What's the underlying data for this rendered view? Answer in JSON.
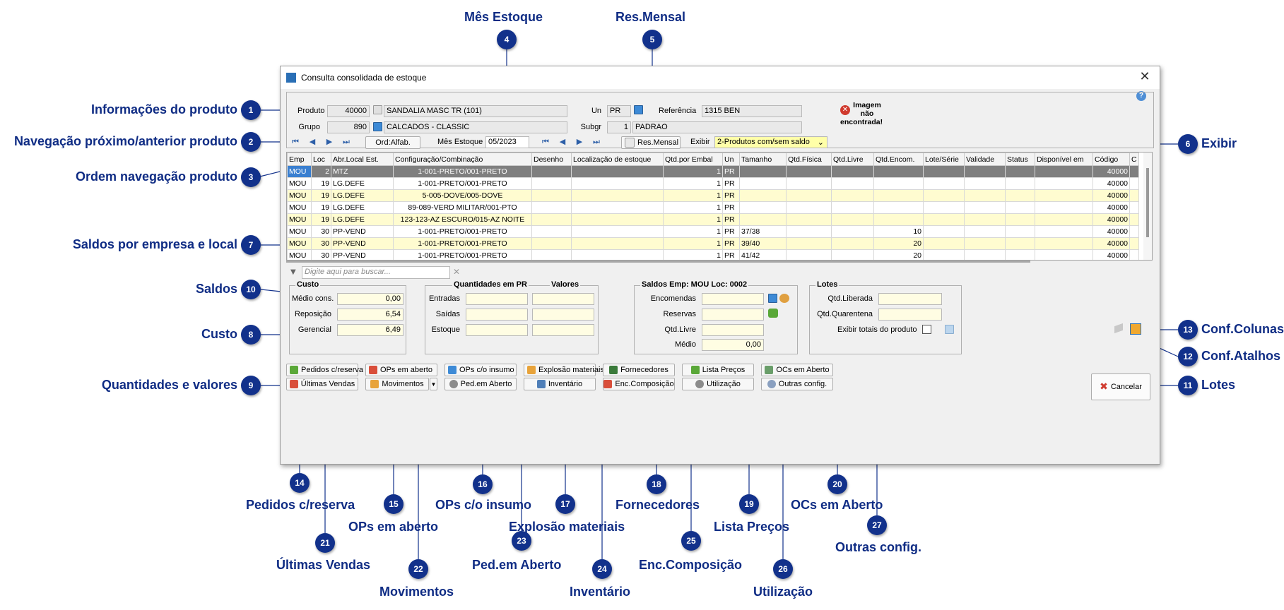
{
  "callouts": [
    {
      "n": "1",
      "label": "Informações do produto"
    },
    {
      "n": "2",
      "label": "Navegação próximo/anterior produto"
    },
    {
      "n": "3",
      "label": "Ordem navegação produto"
    },
    {
      "n": "4",
      "label": "Mês Estoque"
    },
    {
      "n": "5",
      "label": "Res.Mensal"
    },
    {
      "n": "6",
      "label": "Exibir"
    },
    {
      "n": "7",
      "label": "Saldos por empresa e local"
    },
    {
      "n": "8",
      "label": "Custo"
    },
    {
      "n": "9",
      "label": "Quantidades e valores"
    },
    {
      "n": "10",
      "label": "Saldos"
    },
    {
      "n": "11",
      "label": "Lotes"
    },
    {
      "n": "12",
      "label": "Conf.Atalhos"
    },
    {
      "n": "13",
      "label": "Conf.Colunas"
    },
    {
      "n": "14",
      "label": "Pedidos c/reserva"
    },
    {
      "n": "15",
      "label": "OPs em aberto"
    },
    {
      "n": "16",
      "label": "OPs c/o insumo"
    },
    {
      "n": "17",
      "label": "Explosão materiais"
    },
    {
      "n": "18",
      "label": "Fornecedores"
    },
    {
      "n": "19",
      "label": "Lista Preços"
    },
    {
      "n": "20",
      "label": "OCs em Aberto"
    },
    {
      "n": "21",
      "label": "Últimas Vendas"
    },
    {
      "n": "22",
      "label": "Movimentos"
    },
    {
      "n": "23",
      "label": "Ped.em Aberto"
    },
    {
      "n": "24",
      "label": "Inventário"
    },
    {
      "n": "25",
      "label": "Enc.Composição"
    },
    {
      "n": "26",
      "label": "Utilização"
    },
    {
      "n": "27",
      "label": "Outras config."
    }
  ],
  "window": {
    "title": "Consulta consolidada de estoque",
    "close": "✕",
    "help": "?"
  },
  "product": {
    "produto_label": "Produto",
    "produto_code": "40000",
    "produto_desc": "SANDALIA MASC TR (101)",
    "grupo_label": "Grupo",
    "grupo_code": "890",
    "grupo_desc": "CALCADOS - CLASSIC",
    "un_label": "Un",
    "un_value": "PR",
    "subgr_label": "Subgr",
    "subgr_code": "1",
    "subgr_desc": "PADRAO",
    "referencia_label": "Referência",
    "referencia_value": "1315 BEN",
    "imagem_line1": "Imagem",
    "imagem_line2": "não",
    "imagem_line3": "encontrada!"
  },
  "nav": {
    "ord_button": "Ord:Alfab.",
    "mes_label": "Mês Estoque",
    "mes_value": "05/2023",
    "res_mensal": "Res.Mensal",
    "exibir_label": "Exibir",
    "exibir_value": "2-Produtos com/sem saldo"
  },
  "grid": {
    "columns": [
      "Emp",
      "Loc",
      "Abr.Local Est.",
      "Configuração/Combinação",
      "Desenho",
      "Localização de estoque",
      "Qtd.por Embal",
      "Un",
      "Tamanho",
      "Qtd.Física",
      "Qtd.Livre",
      "Qtd.Encom.",
      "Lote/Série",
      "Validade",
      "Status",
      "Disponível em",
      "Código",
      "C"
    ],
    "rows": [
      [
        "MOU",
        "2",
        "MTZ",
        "1-001-PRETO/001-PRETO",
        "",
        "",
        "1",
        "PR",
        "",
        "",
        "",
        "",
        "",
        "",
        "",
        "",
        "40000",
        ""
      ],
      [
        "MOU",
        "19",
        "LG.DEFE",
        "1-001-PRETO/001-PRETO",
        "",
        "",
        "1",
        "PR",
        "",
        "",
        "",
        "",
        "",
        "",
        "",
        "",
        "40000",
        ""
      ],
      [
        "MOU",
        "19",
        "LG.DEFE",
        "5-005-DOVE/005-DOVE",
        "",
        "",
        "1",
        "PR",
        "",
        "",
        "",
        "",
        "",
        "",
        "",
        "",
        "40000",
        ""
      ],
      [
        "MOU",
        "19",
        "LG.DEFE",
        "89-089-VERD MILITAR/001-PTO",
        "",
        "",
        "1",
        "PR",
        "",
        "",
        "",
        "",
        "",
        "",
        "",
        "",
        "40000",
        ""
      ],
      [
        "MOU",
        "19",
        "LG.DEFE",
        "123-123-AZ ESCURO/015-AZ NOITE",
        "",
        "",
        "1",
        "PR",
        "",
        "",
        "",
        "",
        "",
        "",
        "",
        "",
        "40000",
        ""
      ],
      [
        "MOU",
        "30",
        "PP-VEND",
        "1-001-PRETO/001-PRETO",
        "",
        "",
        "1",
        "PR",
        "37/38",
        "",
        "",
        "10",
        "",
        "",
        "",
        "",
        "40000",
        ""
      ],
      [
        "MOU",
        "30",
        "PP-VEND",
        "1-001-PRETO/001-PRETO",
        "",
        "",
        "1",
        "PR",
        "39/40",
        "",
        "",
        "20",
        "",
        "",
        "",
        "",
        "40000",
        ""
      ],
      [
        "MOU",
        "30",
        "PP-VEND",
        "1-001-PRETO/001-PRETO",
        "",
        "",
        "1",
        "PR",
        "41/42",
        "",
        "",
        "20",
        "",
        "",
        "",
        "",
        "40000",
        ""
      ]
    ],
    "search_placeholder": "Digite aqui para buscar..."
  },
  "custo": {
    "title": "Custo",
    "medio_label": "Médio cons.",
    "medio_value": "0,00",
    "reposicao_label": "Reposição",
    "reposicao_value": "6,54",
    "gerencial_label": "Gerencial",
    "gerencial_value": "6,49"
  },
  "quantidades": {
    "title": "Quantidades em PR",
    "valores_title": "Valores",
    "entradas": "Entradas",
    "saidas": "Saídas",
    "estoque": "Estoque"
  },
  "saldos": {
    "title": "Saldos Emp: MOU Loc: 0002",
    "encomendas": "Encomendas",
    "reservas": "Reservas",
    "qtd_livre": "Qtd.Livre",
    "medio": "Médio",
    "medio_value": "0,00"
  },
  "lotes": {
    "title": "Lotes",
    "qtd_liberada": "Qtd.Liberada",
    "qtd_quarentena": "Qtd.Quarentena",
    "exibir_totais": "Exibir totais do produto"
  },
  "actions": {
    "row1": [
      "Pedidos c/reserva",
      "OPs em aberto",
      "OPs c/o insumo",
      "Explosão materiais",
      "Fornecedores",
      "Lista Preços",
      "OCs em Aberto"
    ],
    "row2": [
      "Últimas Vendas",
      "Movimentos",
      "Ped.em Aberto",
      "Inventário",
      "Enc.Composição",
      "Utilização",
      "Outras config."
    ],
    "cancel": "Cancelar"
  },
  "colors": {
    "callout": "#12318b",
    "row_alt": "#fffcd0",
    "row_selected": "#7f7f7f",
    "field_yellow": "#fffde3"
  }
}
